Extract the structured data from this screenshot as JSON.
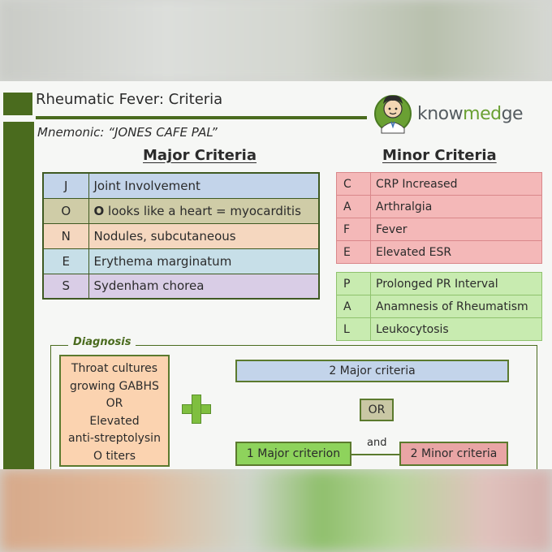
{
  "title": "Rheumatic Fever: Criteria",
  "logo": {
    "part1": "know",
    "part2": "med",
    "part3": "ge"
  },
  "mnemonic": "Mnemonic: “JONES CAFE PAL”",
  "major": {
    "heading": "Major Criteria",
    "rows": [
      {
        "letter": "J",
        "text": "Joint Involvement",
        "color": "#c3d4ea"
      },
      {
        "letter": "O",
        "text_bold": "O",
        "text": " looks like a heart = myocarditis",
        "color": "#cfcca7"
      },
      {
        "letter": "N",
        "text": "Nodules, subcutaneous",
        "color": "#f5d7bf"
      },
      {
        "letter": "E",
        "text": "Erythema marginatum",
        "color": "#c7dfe8"
      },
      {
        "letter": "S",
        "text": "Sydenham chorea",
        "color": "#d9cde6"
      }
    ]
  },
  "minor": {
    "heading": "Minor Criteria",
    "red_rows": [
      {
        "letter": "C",
        "text": "CRP Increased"
      },
      {
        "letter": "A",
        "text": "Arthralgia"
      },
      {
        "letter": "F",
        "text": "Fever"
      },
      {
        "letter": "E",
        "text": "Elevated ESR"
      }
    ],
    "green_rows": [
      {
        "letter": "P",
        "text": "Prolonged PR Interval"
      },
      {
        "letter": "A",
        "text": "Anamnesis of Rheumatism"
      },
      {
        "letter": "L",
        "text": "Leukocytosis"
      }
    ]
  },
  "diagnosis": {
    "label": "Diagnosis",
    "strep_lines": [
      "Throat cultures",
      "growing GABHS",
      "OR",
      "Elevated",
      "anti-streptolysin",
      "O titers"
    ],
    "two_major": "2 Major criteria",
    "or": "OR",
    "one_major": "1 Major criterion",
    "and": "and",
    "two_minor": "2 Minor criteria"
  },
  "colors": {
    "brand_green": "#4a6b1e",
    "minor_red": "#f4b8b8",
    "minor_green": "#c8ebb0"
  }
}
